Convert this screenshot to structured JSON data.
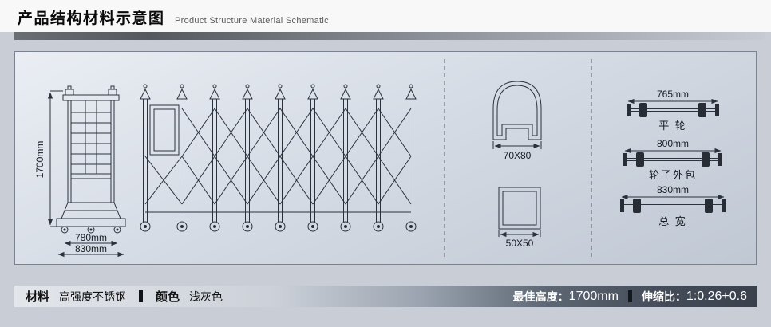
{
  "header": {
    "title": "产品结构材料示意图",
    "subtitle": "Product Structure Material Schematic"
  },
  "diagram": {
    "side_view": {
      "height": "1700mm",
      "width_top": "780mm",
      "width_bottom": "830mm"
    },
    "sections": [
      {
        "label": "70X80"
      },
      {
        "label": "50X50"
      }
    ],
    "wheels": [
      {
        "dim": "765mm",
        "name": "平 轮"
      },
      {
        "dim": "800mm",
        "name": "轮子外包"
      },
      {
        "dim": "830mm",
        "name": "总 宽"
      }
    ]
  },
  "footer": {
    "material_label": "材料",
    "material_value": "高强度不锈钢",
    "color_label": "颜色",
    "color_value": "浅灰色",
    "best_height_label": "最佳高度：",
    "best_height_value": "1700mm",
    "ratio_label": "伸缩比：",
    "ratio_value": "1:0.26+0.6"
  },
  "colors": {
    "accent_dark": "#3a414d",
    "drawing_line": "#2b313d",
    "panel_bg": "#d6dce5"
  }
}
